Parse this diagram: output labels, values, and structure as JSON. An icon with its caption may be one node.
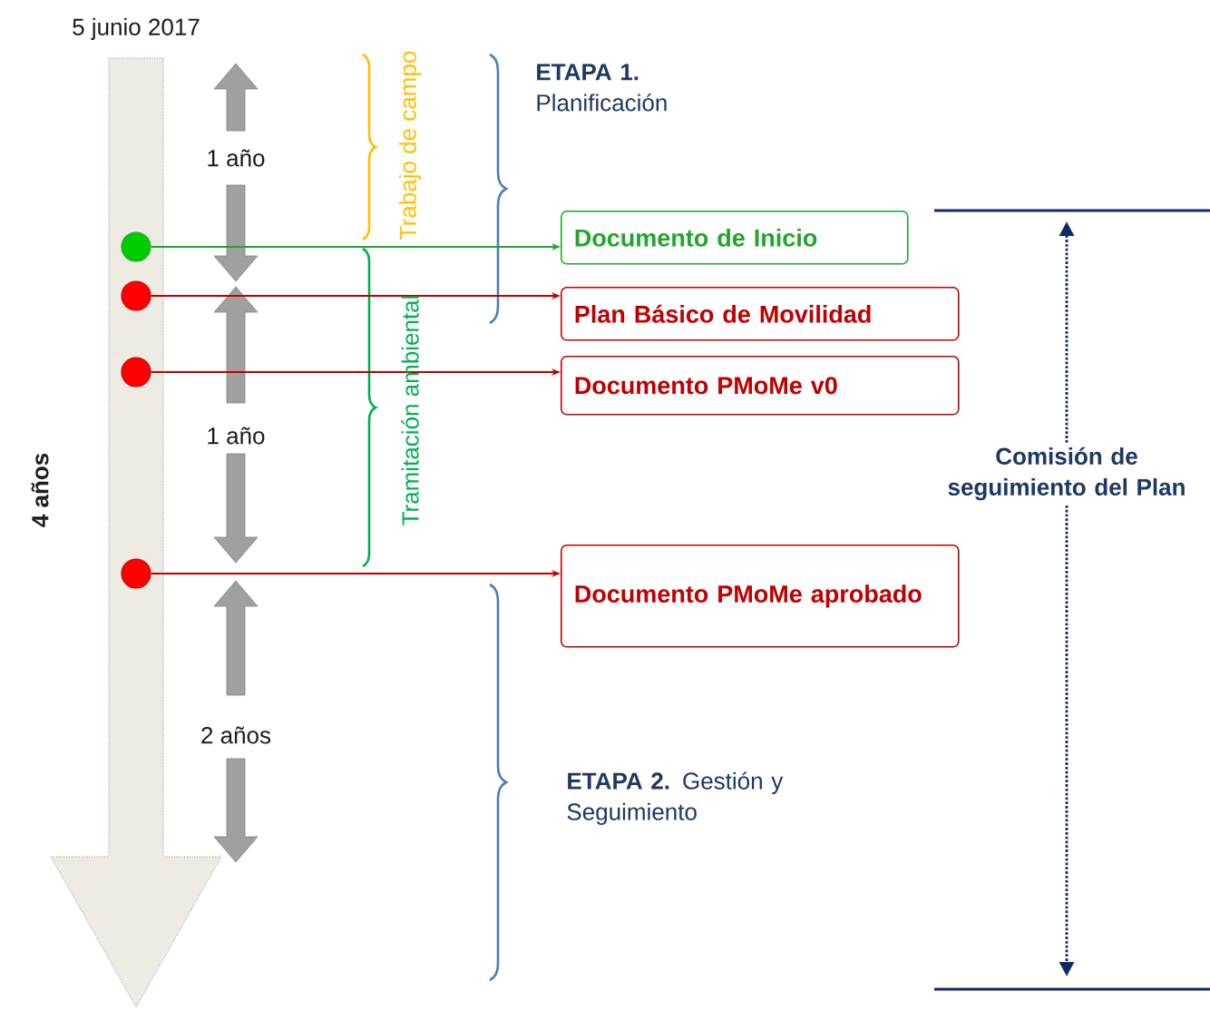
{
  "diagram": {
    "nodes": [
      {
        "text": [],
        "shape": "circle"
      },
      {
        "text": [],
        "shape": "circle"
      },
      {
        "text": [],
        "shape": "circle"
      },
      {
        "text": [],
        "shape": "circle"
      },
      {
        "text": [
          "Documento de Inicio"
        ]
      },
      {
        "text": [
          "Plan Básico de Movilidad"
        ]
      },
      {
        "text": [
          "Documento PMoMe v0"
        ]
      },
      {
        "text": [
          "Documento PMoMe aprobado"
        ]
      }
    ],
    "edges": [
      {
        "from": 0,
        "to": 4,
        "arrow": "to",
        "color": "#22a52e"
      },
      {
        "from": 1,
        "to": 5,
        "arrow": "to"
      },
      {
        "from": 2,
        "to": 6,
        "arrow": "to"
      },
      {
        "from": 3,
        "to": 7,
        "arrow": "to"
      }
    ],
    "labels": [
      "5 junio 2017",
      "4 años",
      "1 año",
      "Trabajo de campo",
      "**ETAPA 1.** Planificación",
      "Tramitación ambiental",
      "1 año",
      "2 años",
      "**ETAPA 2.** Gestión y Seguimiento",
      "Comisión de seguimiento del Plan"
    ]
  }
}
